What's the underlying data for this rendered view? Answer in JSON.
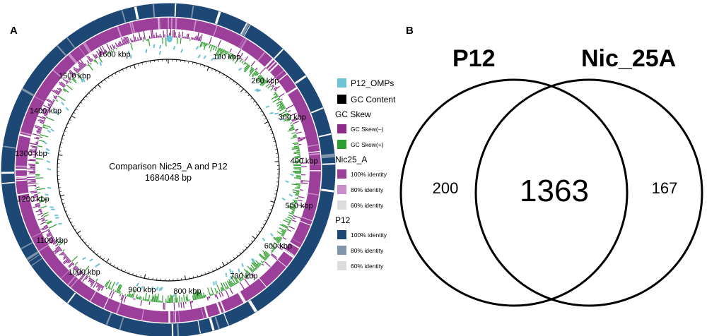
{
  "panel_a": {
    "letter": "A",
    "center_title": "Comparison Nic25_A and P12",
    "center_subtitle": "1684048 bp",
    "genome_length_bp": 1684048,
    "tick_labels": [
      "100 kbp",
      "200 kbp",
      "300 kbp",
      "400 kbp",
      "500 kbp",
      "600 kbp",
      "700 kbp",
      "800 kbp",
      "900 kbp",
      "1000 kbp",
      "1100 kbp",
      "1200 kbp",
      "1300 kbp",
      "1400 kbp",
      "1500 kbp",
      "1600 kbp"
    ],
    "legend": {
      "omps_label": "P12_OMPs",
      "gc_content_label": "GC Content",
      "gc_skew_heading": "GC Skew",
      "gc_skew_neg": "GC Skew(–)",
      "gc_skew_pos": "GC Skew(+)",
      "nic_heading": "Nic25_A",
      "nic_100": "100% identity",
      "nic_80": "80% identity",
      "nic_60": "60% identity",
      "p12_heading": "P12",
      "p12_100": "100% identity",
      "p12_80": "80% identity",
      "p12_60": "60% identity"
    },
    "colors": {
      "omps": "#6cc3d5",
      "gc_content": "#000000",
      "gc_skew_neg": "#8b2a8b",
      "gc_skew_pos": "#2e9e2e",
      "nic_100": "#9b3f9b",
      "nic_80": "#c98dc9",
      "nic_60": "#dcdcdc",
      "p12_100": "#1d4775",
      "p12_80": "#8094ab",
      "p12_60": "#dcdcdc"
    }
  },
  "panel_b": {
    "letter": "B",
    "set_left": "P12",
    "set_right": "Nic_25A",
    "only_left": "200",
    "intersection": "1363",
    "only_right": "167"
  }
}
